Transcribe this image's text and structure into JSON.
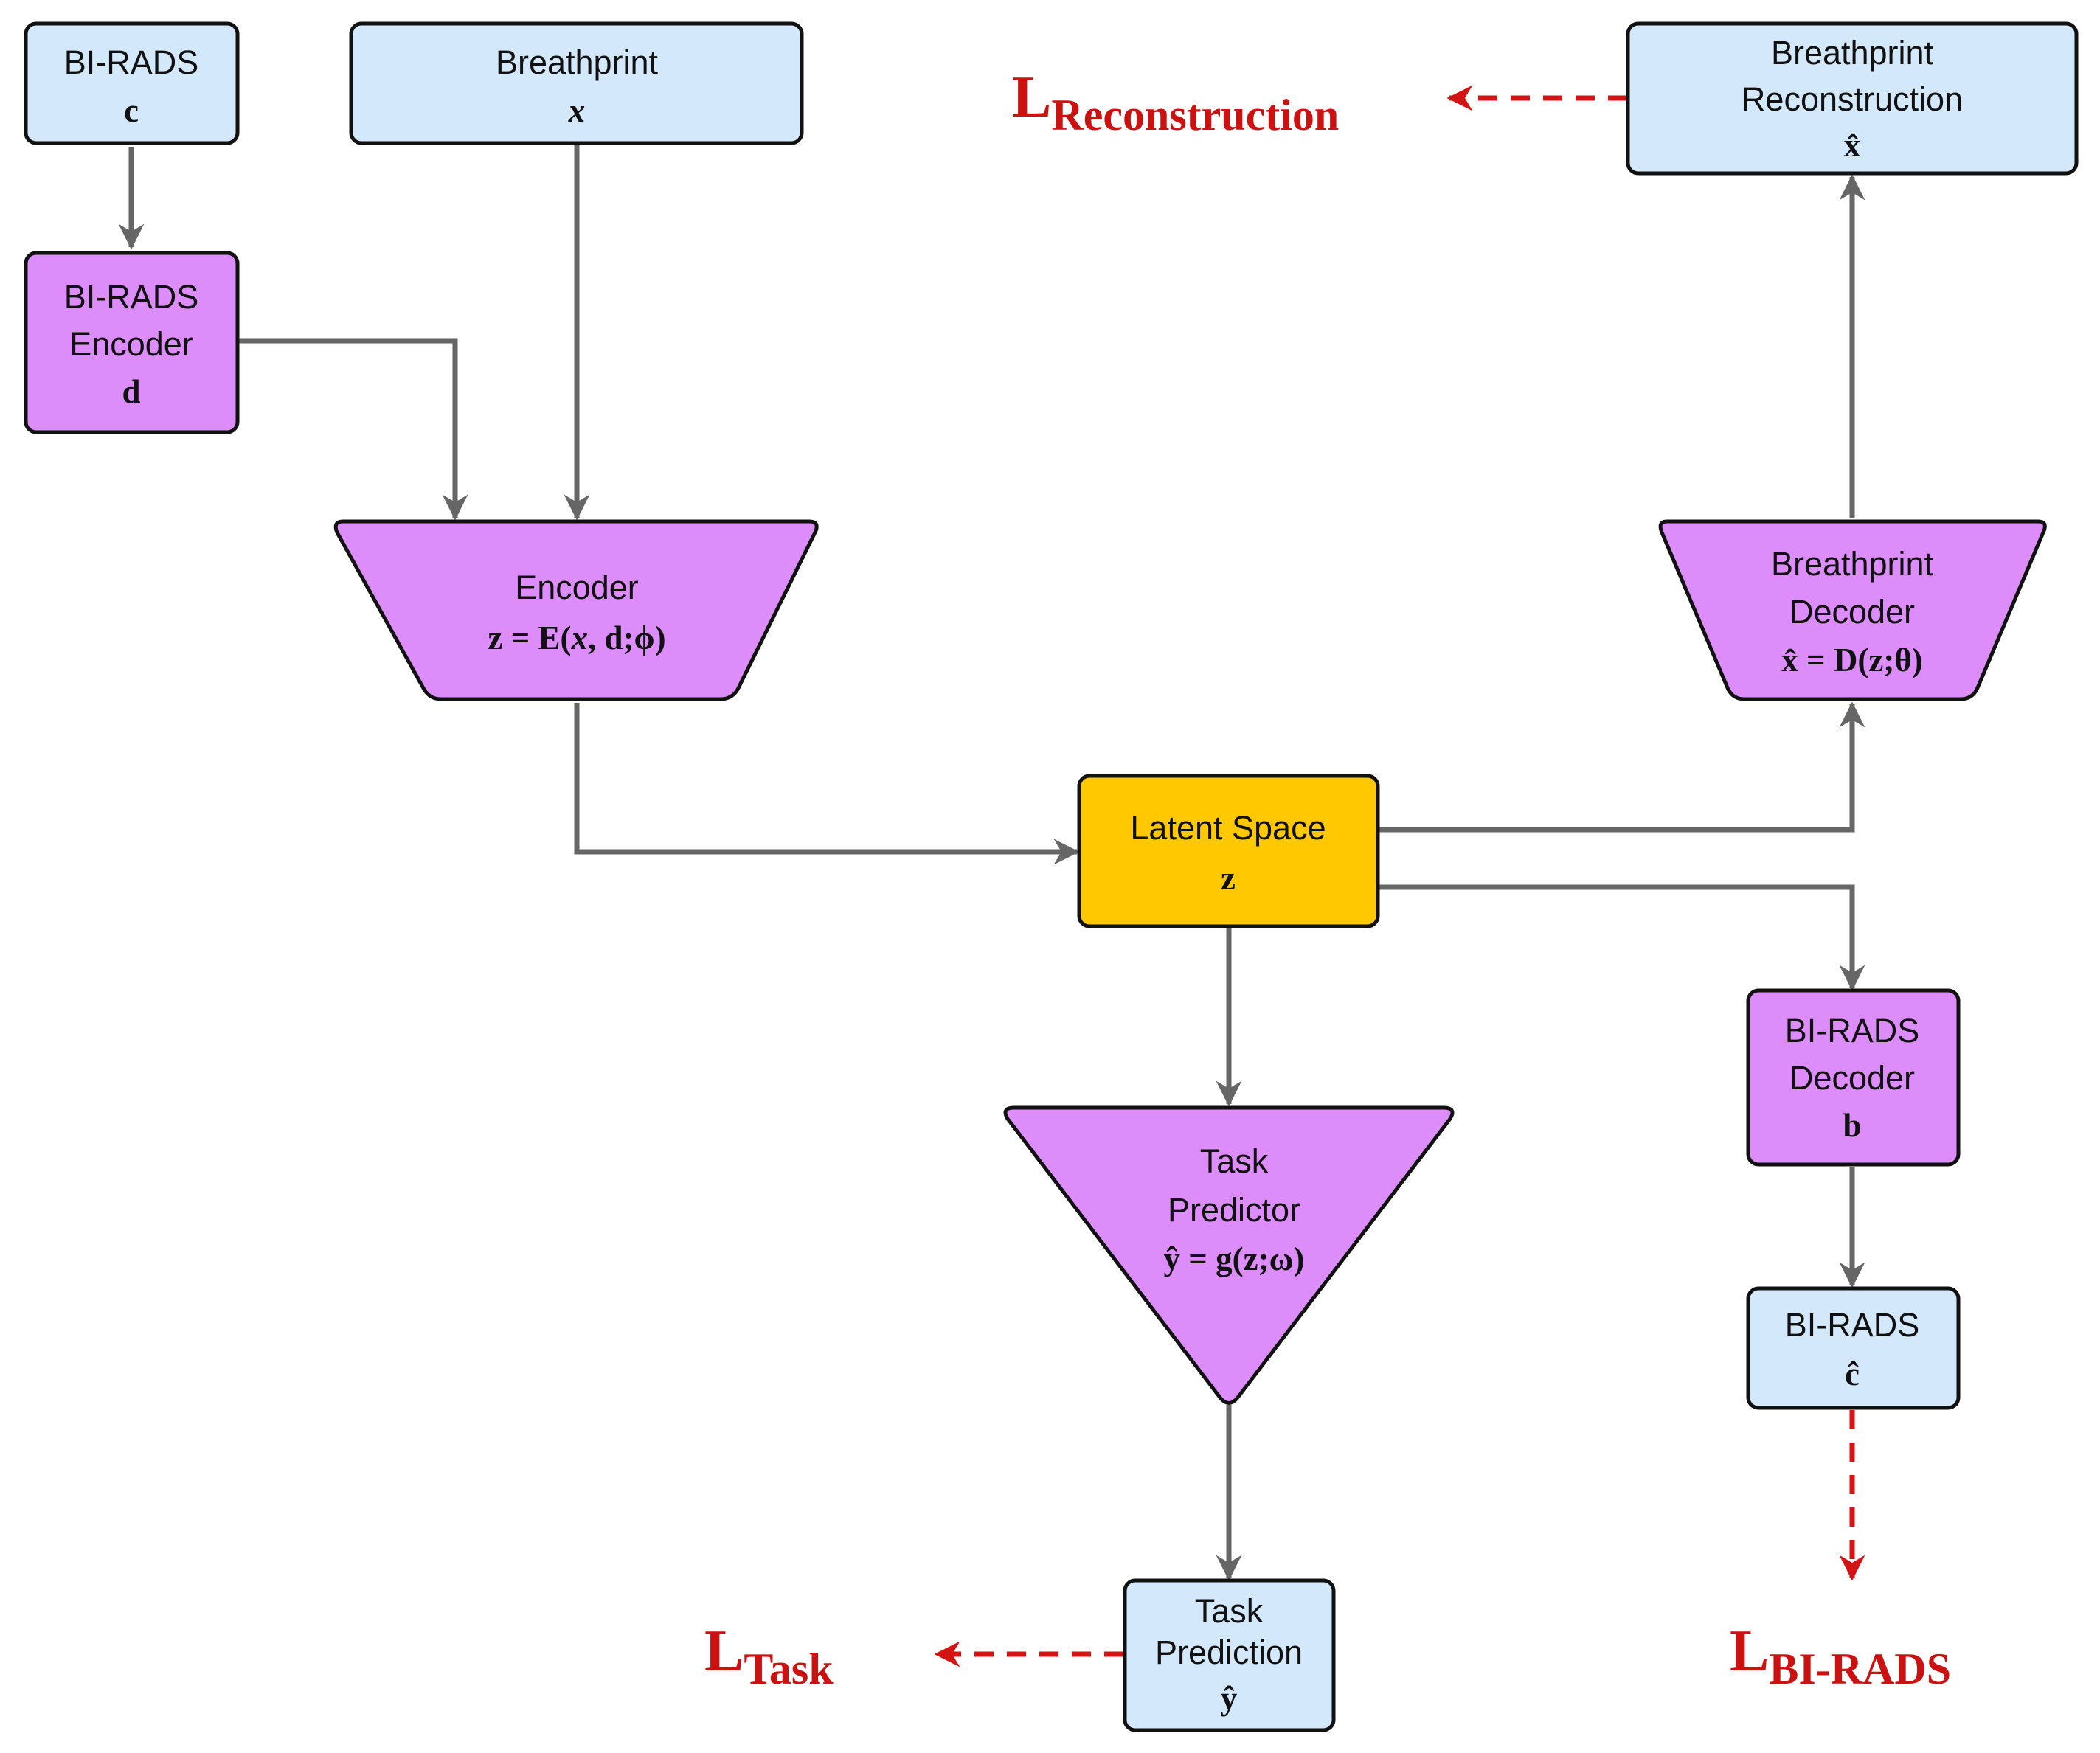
{
  "colors": {
    "input_box": "#d4e8fb",
    "network_box": "#dc8df9",
    "latent_box": "#ffc800",
    "flow_arrow": "#666666",
    "loss_arrow": "#d21414",
    "loss_text": "#cc1111"
  },
  "nodes": {
    "birads_input": {
      "title": "BI-RADS",
      "symbol": "c"
    },
    "breathprint_input": {
      "title": "Breathprint",
      "symbol": "x"
    },
    "birads_encoder": {
      "line1": "BI-RADS",
      "line2": "Encoder",
      "symbol": "d"
    },
    "encoder": {
      "title": "Encoder",
      "formula_a": "z = E(",
      "formula_x": "x",
      "formula_b": ", d;ϕ)"
    },
    "latent_space": {
      "title": "Latent Space",
      "symbol": "z"
    },
    "breathprint_decoder": {
      "line1": "Breathprint",
      "line2": "Decoder",
      "formula": "x̂ = D(z;θ)"
    },
    "breathprint_reconstruction": {
      "line1": "Breathprint",
      "line2": "Reconstruction",
      "symbol": "x̂"
    },
    "task_predictor": {
      "line1": "Task",
      "line2": "Predictor",
      "formula": "ŷ = g(z;ω)"
    },
    "task_prediction": {
      "line1": "Task",
      "line2": "Prediction",
      "symbol": "ŷ"
    },
    "birads_decoder": {
      "line1": "BI-RADS",
      "line2": "Decoder",
      "symbol": "b"
    },
    "birads_output": {
      "title": "BI-RADS",
      "symbol": "ĉ"
    }
  },
  "losses": {
    "reconstruction": {
      "main": "L",
      "sub": "Reconstruction"
    },
    "task": {
      "main": "L",
      "sub": "Task"
    },
    "birads": {
      "main": "L",
      "sub": "BI-RADS"
    }
  }
}
